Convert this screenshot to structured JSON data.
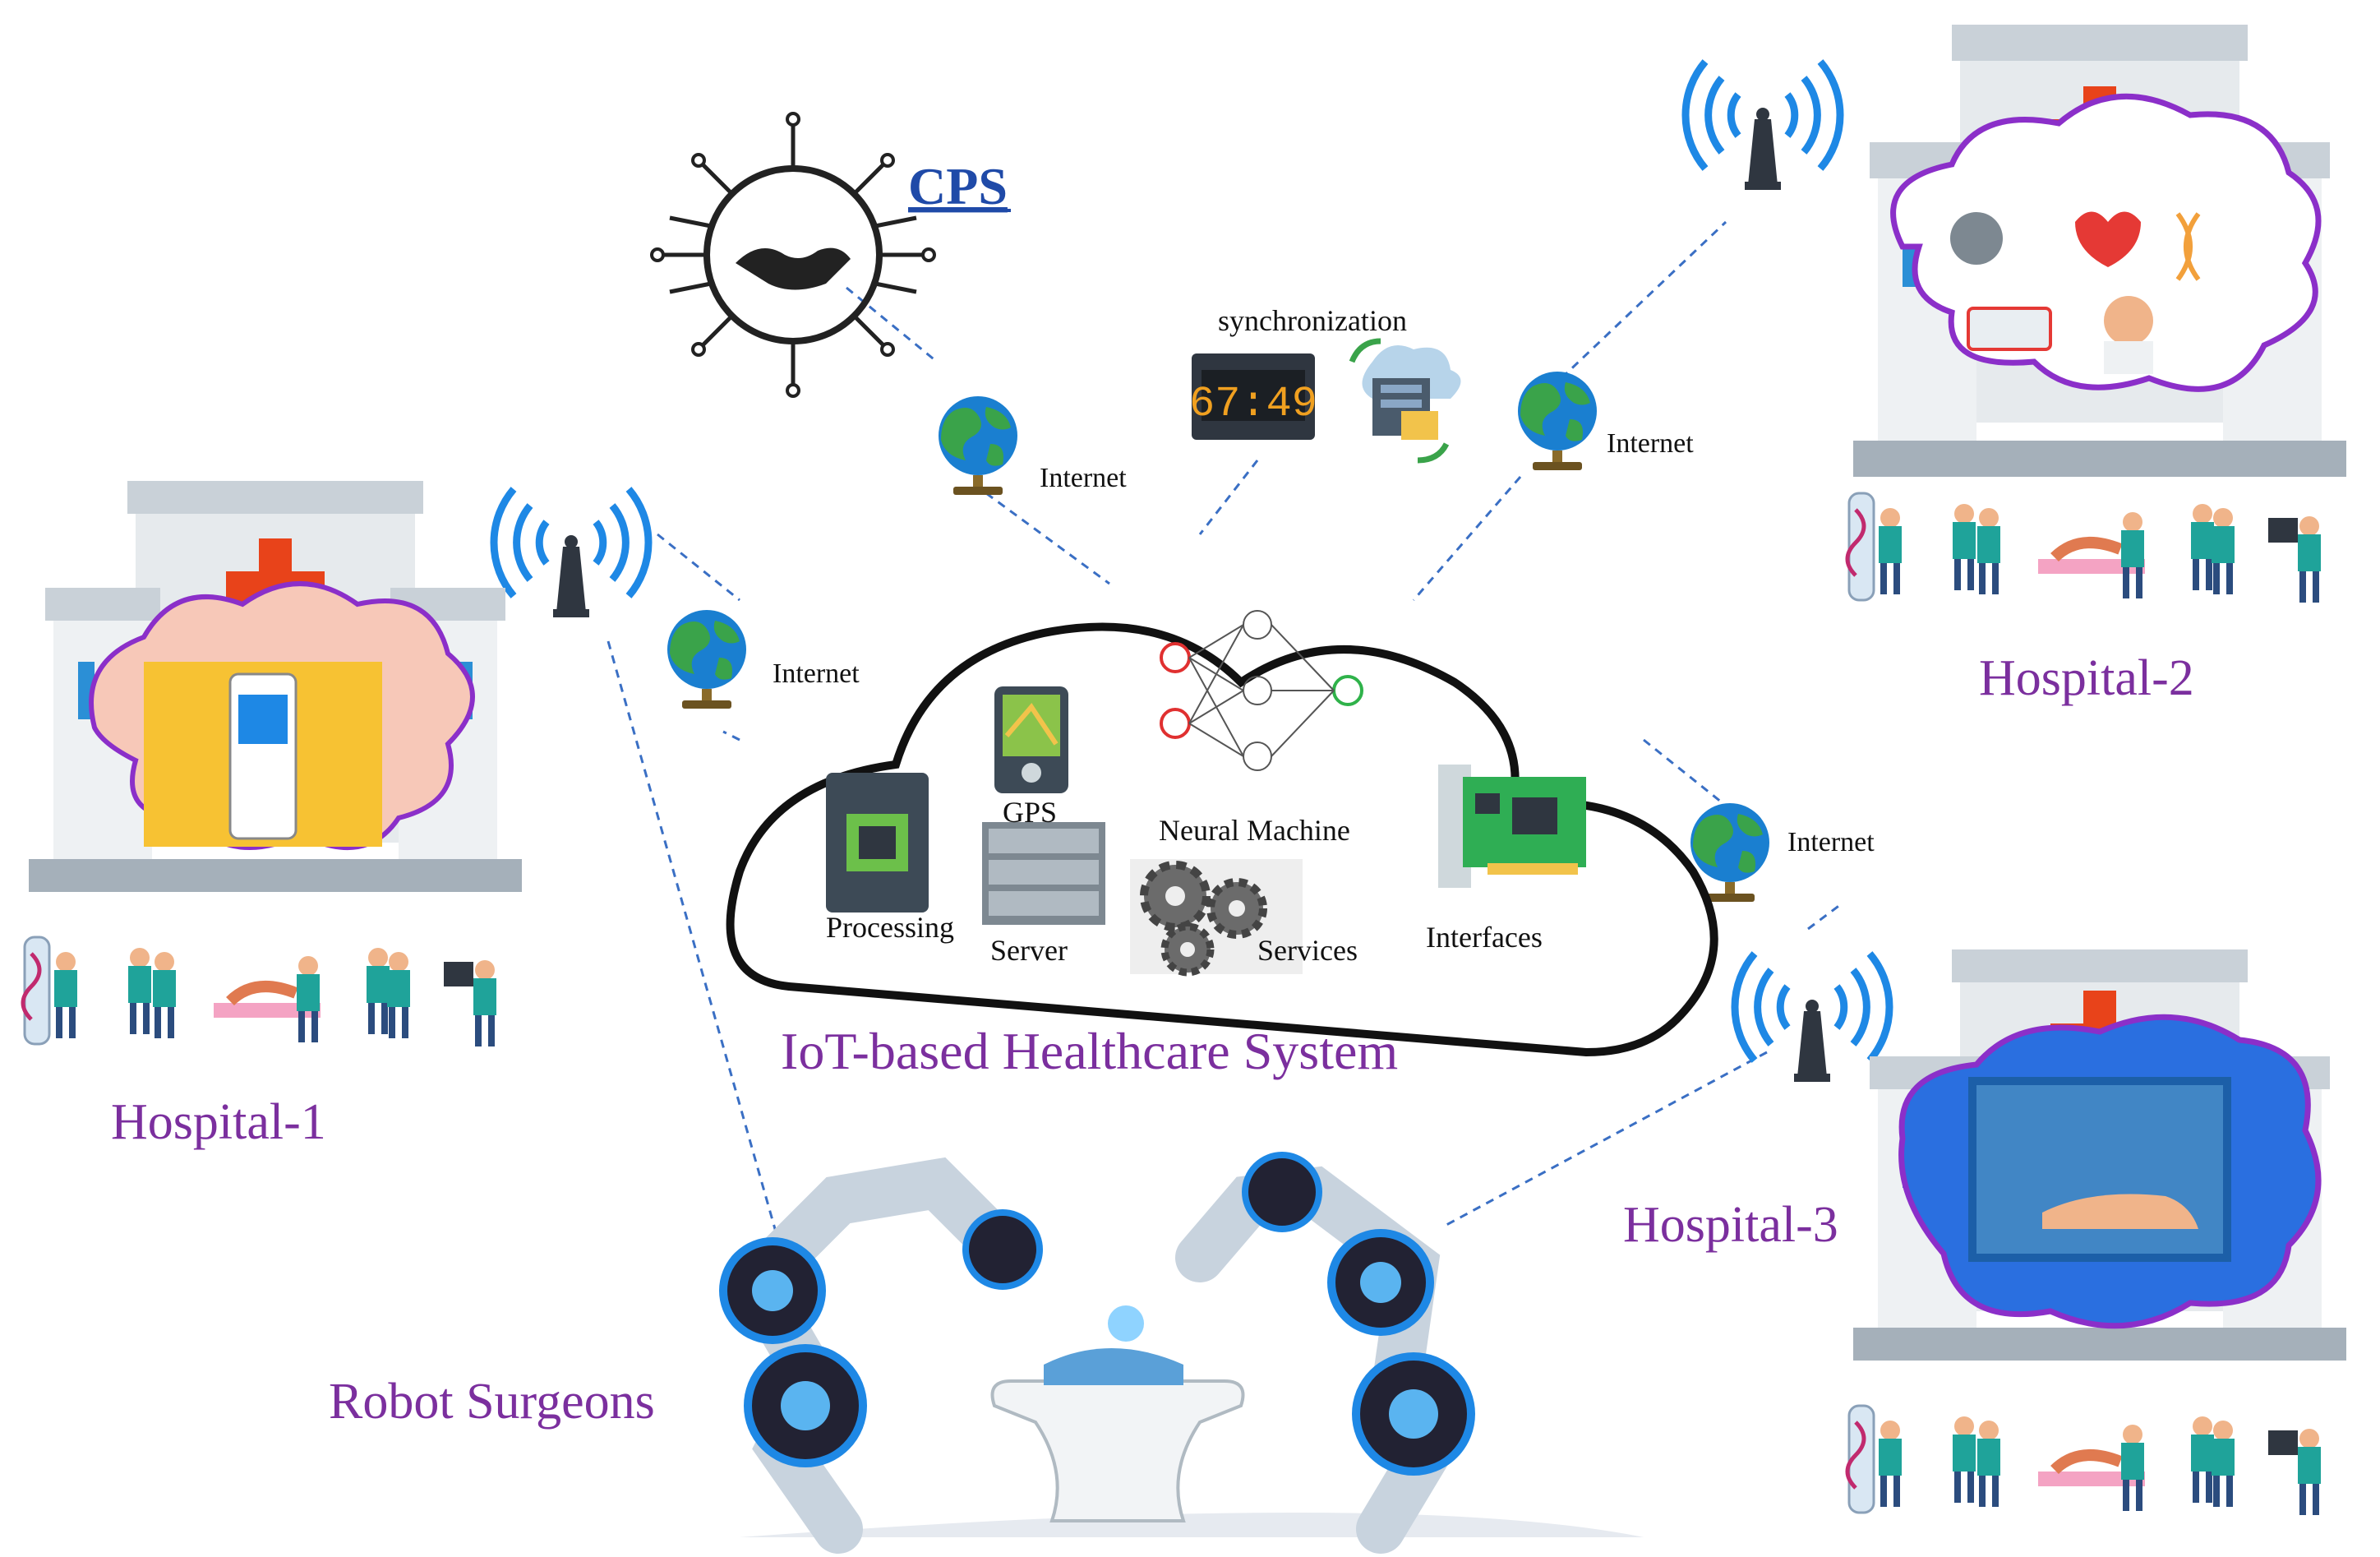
{
  "cps": {
    "label": "CPS"
  },
  "synchronization": {
    "label": "synchronization",
    "clock_time": "67:49"
  },
  "internet": {
    "top_left": "Internet",
    "top_right": "Internet",
    "left": "Internet",
    "right": "Internet"
  },
  "cloud": {
    "title": "IoT-based Healthcare System",
    "components": {
      "gps": "GPS",
      "processing": "Processing",
      "server": "Server",
      "neural": "Neural Machine",
      "services": "Services",
      "interfaces": "Interfaces"
    }
  },
  "hospitals": {
    "h1": "Hospital-1",
    "h2": "Hospital-2",
    "h3": "Hospital-3"
  },
  "robot": {
    "label": "Robot Surgeons"
  },
  "colors": {
    "cross": "#e8431a",
    "purple_label": "#7b2f9e",
    "cps_blue": "#1f4aa8",
    "wifi": "#1e88e5",
    "dash": "#3a6fc4",
    "building": "#c7cfd6",
    "cloud_h1": "#f7c8b8",
    "cloud_h3": "#2a6fe0"
  },
  "icons": [
    "cps-circuit-handshake-icon",
    "globe-icon",
    "wifi-tower-icon",
    "clock-display-icon",
    "server-sync-icon",
    "processor-chip-icon",
    "gps-device-icon",
    "server-rack-icon",
    "neural-network-icon",
    "gears-icon",
    "network-card-icon",
    "hospital-building-icon",
    "medical-staff-icon",
    "robot-arm-icon"
  ]
}
